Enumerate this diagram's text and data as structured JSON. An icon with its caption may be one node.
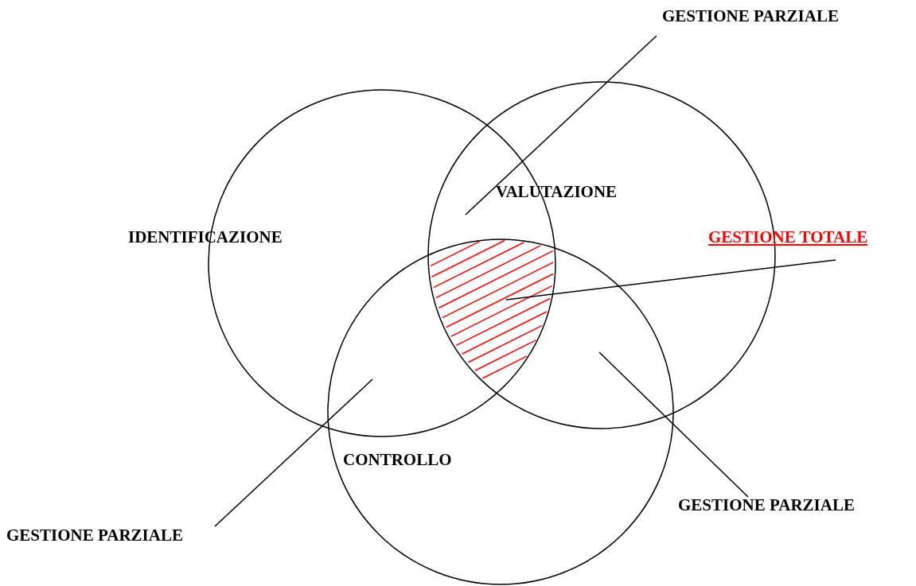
{
  "diagram": {
    "nodes": [
      {
        "text": [
          "IDENTIFICAZIONE"
        ]
      },
      {
        "text": [
          "VALUTAZIONE"
        ]
      },
      {
        "text": [
          "CONTROLLO"
        ]
      },
      {
        "text": [
          "GESTIONE PARZIALE"
        ]
      },
      {
        "text": [
          "GESTIONE TOTALE"
        ]
      },
      {
        "text": [],
        "shape": "lens"
      },
      {
        "text": [
          "GESTIONE PARZIALE"
        ]
      },
      {
        "text": [
          "GESTIONE PARZIALE"
        ]
      }
    ],
    "edges": [
      {
        "from": 3,
        "to": 0,
        "arrow": "none"
      },
      {
        "from": 4,
        "to": 5,
        "arrow": "none"
      },
      {
        "from": 6,
        "to": 2,
        "arrow": "none"
      },
      {
        "from": 7,
        "to": 2,
        "arrow": "none"
      }
    ]
  }
}
